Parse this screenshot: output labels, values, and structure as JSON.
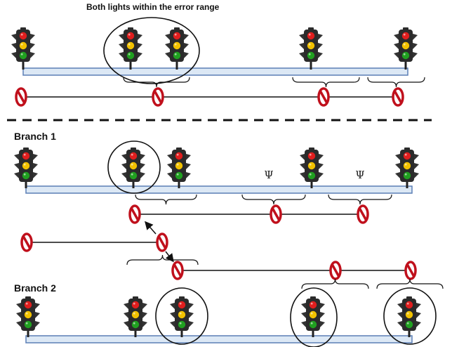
{
  "title": "Both lights within the error range",
  "branch1_label": "Branch 1",
  "branch2_label": "Branch 2",
  "psi_symbol": "Ψ",
  "icons": {
    "traffic_light": "traffic-light-icon",
    "prohibited": "prohibited-sign-icon"
  },
  "colors": {
    "road_fill": "#dce8f5",
    "road_stroke": "#5b7fb5",
    "light_body": "#2b2b2b",
    "red_lamp": "#e01e1e",
    "yellow_lamp": "#f2c200",
    "green_lamp": "#20a020",
    "sign_red": "#c0101c"
  }
}
